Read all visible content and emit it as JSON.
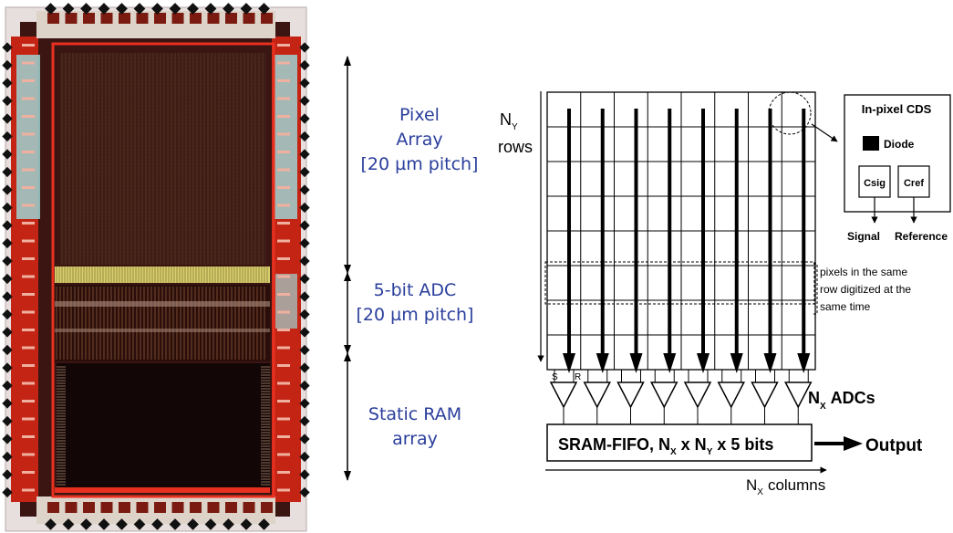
{
  "colors": {
    "die_background": "#1a0a08",
    "pad_red": "#c42414",
    "io_cyan": "#9fd4d2",
    "adc_yellow": "#d8cf70",
    "label_blue": "#2a3e9c",
    "ink": "#000000"
  },
  "chip_labels": {
    "pixel_array": [
      "Pixel",
      "Array",
      "[20 µm pitch]"
    ],
    "adc": [
      "5-bit ADC",
      "[20 µm pitch]"
    ],
    "sram": [
      "Static RAM",
      "array"
    ]
  },
  "diagram": {
    "rows_symbol": "N",
    "rows_subscript": "Y",
    "rows_word": "rows",
    "inset": {
      "title": "In-pixel CDS",
      "diode": "Diode",
      "csig": "Csig",
      "cref": "Cref",
      "signal": "Signal",
      "reference": "Reference"
    },
    "row_note": [
      "pixels in the same",
      "row digitized at the",
      "same time"
    ],
    "adc_pin_s": "S",
    "adc_pin_r": "R",
    "adc_label_symbol": "N",
    "adc_label_subscript": "X",
    "adc_label_word": "ADCs",
    "sram_box": {
      "part1": "SRAM-FIFO, N",
      "sub1": "X",
      "part2": " x N",
      "sub2": "Y",
      "part3": " x 5 bits"
    },
    "output": "Output",
    "columns_symbol": "N",
    "columns_subscript": "X",
    "columns_word": "columns"
  }
}
